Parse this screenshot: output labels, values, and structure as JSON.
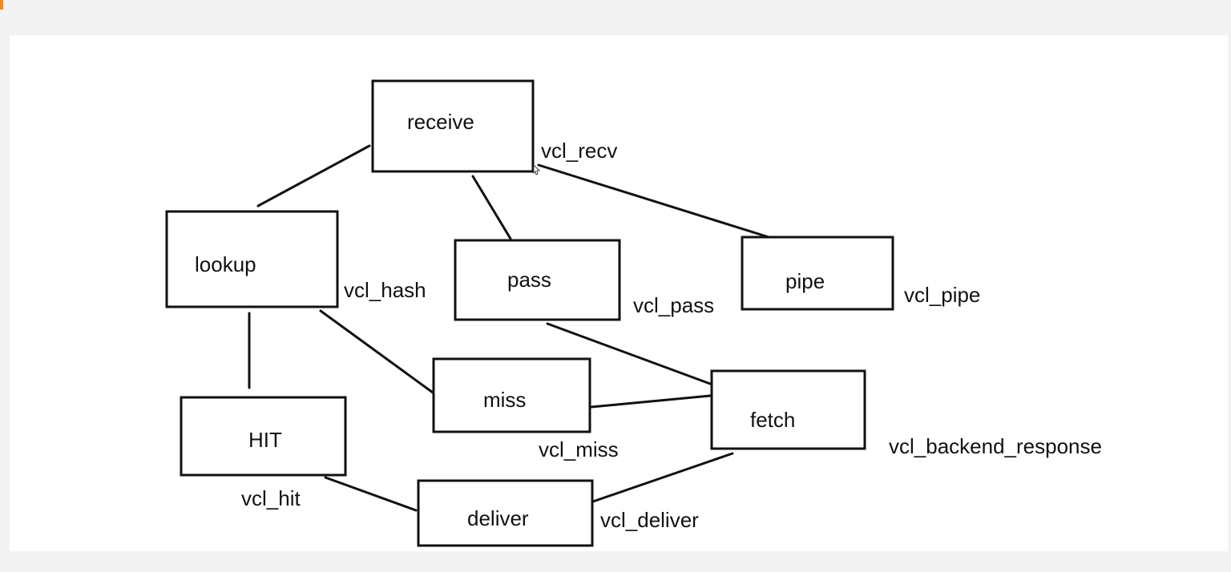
{
  "diagram": {
    "nodes": {
      "receive": "receive",
      "lookup": "lookup",
      "pass": "pass",
      "pipe": "pipe",
      "miss": "miss",
      "fetch": "fetch",
      "hit": "HIT",
      "deliver": "deliver"
    },
    "labels": {
      "vcl_recv": "vcl_recv",
      "vcl_hash": "vcl_hash",
      "vcl_pass": "vcl_pass",
      "vcl_pipe": "vcl_pipe",
      "vcl_miss": "vcl_miss",
      "vcl_backend_response": "vcl_backend_response",
      "vcl_hit": "vcl_hit",
      "vcl_deliver": "vcl_deliver"
    },
    "edges": [
      [
        "receive",
        "lookup"
      ],
      [
        "receive",
        "pass"
      ],
      [
        "receive",
        "pipe"
      ],
      [
        "lookup",
        "hit"
      ],
      [
        "lookup",
        "miss"
      ],
      [
        "pass",
        "fetch"
      ],
      [
        "miss",
        "fetch"
      ],
      [
        "hit",
        "deliver"
      ],
      [
        "fetch",
        "deliver"
      ]
    ]
  }
}
